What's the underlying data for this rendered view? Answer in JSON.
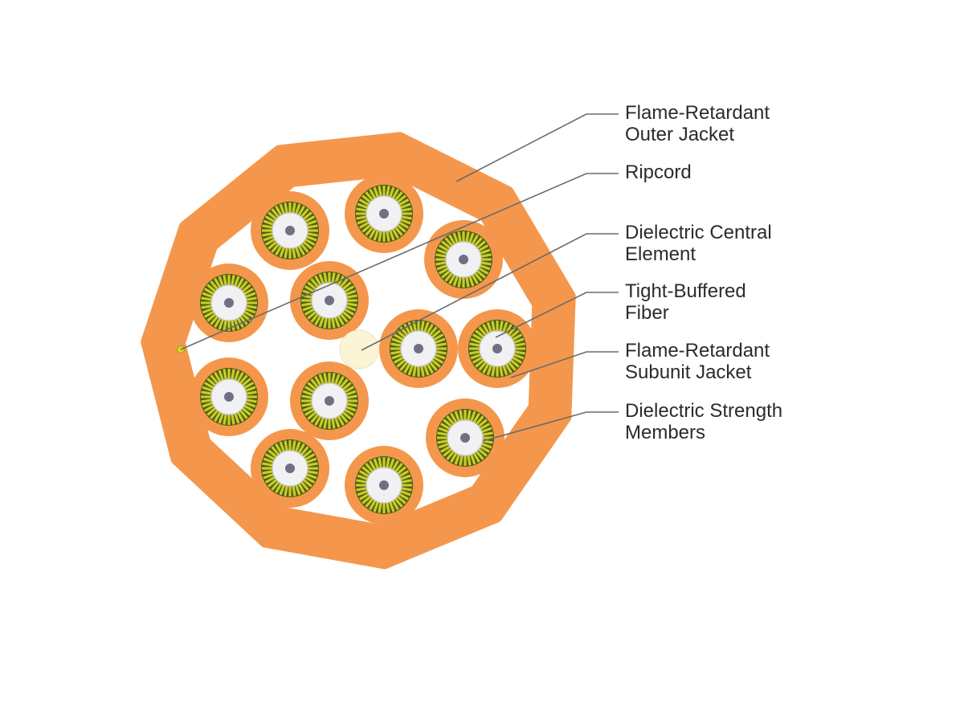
{
  "colors": {
    "jacket": "#f4974c",
    "subunit_jacket": "#f4974c",
    "interior": "#ffffff",
    "strength_dark": "#4d5b14",
    "strength_light": "#c7cc2a",
    "buffer": "#f1f1f3",
    "buffer_edge": "#c9c9cc",
    "fiber_core": "#6d7183",
    "central_element": "#fbf5d6",
    "ripcord": "#d7d91e",
    "leader": "#6b6b6b",
    "text": "#2b2b2b"
  },
  "labels": [
    {
      "id": "outer-jacket",
      "lines": [
        "Flame-Retardant",
        "Outer Jacket"
      ]
    },
    {
      "id": "ripcord",
      "lines": [
        "Ripcord"
      ]
    },
    {
      "id": "central-element",
      "lines": [
        "Dielectric Central",
        "Element"
      ]
    },
    {
      "id": "tight-buffered-fiber",
      "lines": [
        "Tight-Buffered",
        "Fiber"
      ]
    },
    {
      "id": "subunit-jacket",
      "lines": [
        "Flame-Retardant",
        "Subunit Jacket"
      ]
    },
    {
      "id": "strength-members",
      "lines": [
        "Dielectric Strength",
        "Members"
      ]
    }
  ]
}
